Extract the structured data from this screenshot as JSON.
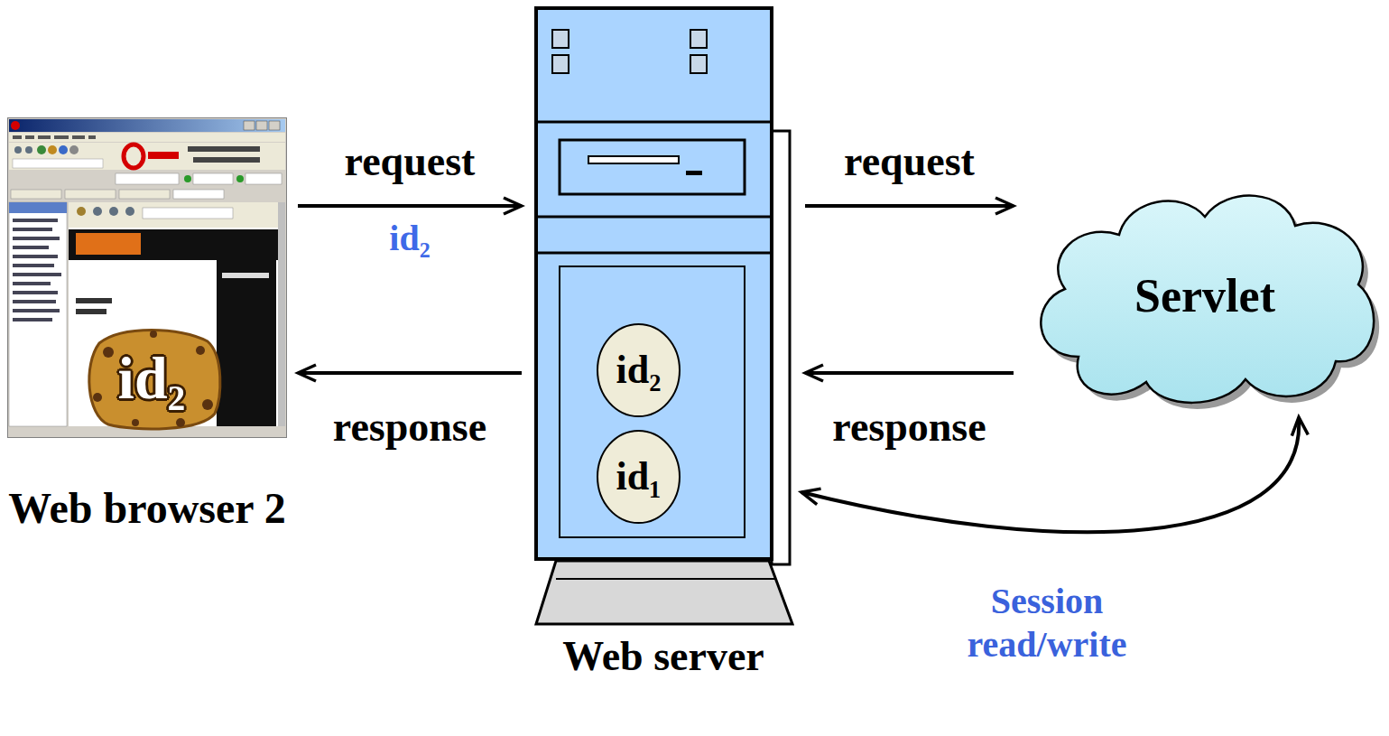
{
  "diagram": {
    "nodes": [
      {
        "text": [
          "Web browser 2"
        ]
      },
      {
        "text": [
          "id₂"
        ],
        "in": 0
      },
      {
        "text": [
          "Web server"
        ]
      },
      {
        "text": [
          "id₂"
        ],
        "in": 2
      },
      {
        "text": [
          "id₁"
        ],
        "in": 2
      },
      {
        "text": [
          "Servlet"
        ]
      }
    ],
    "edges": [
      {
        "from": 0,
        "to": 2,
        "label": "request",
        "arrow": "to"
      },
      {
        "from": 2,
        "to": 0,
        "label": "response",
        "arrow": "to"
      },
      {
        "from": 2,
        "to": 5,
        "label": "request",
        "arrow": "to"
      },
      {
        "from": 5,
        "to": 2,
        "label": "response",
        "arrow": "to"
      },
      {
        "from": 5,
        "to": 2,
        "label": "Session read/write",
        "arrow": "both"
      }
    ],
    "labels": [
      "id₂"
    ]
  }
}
